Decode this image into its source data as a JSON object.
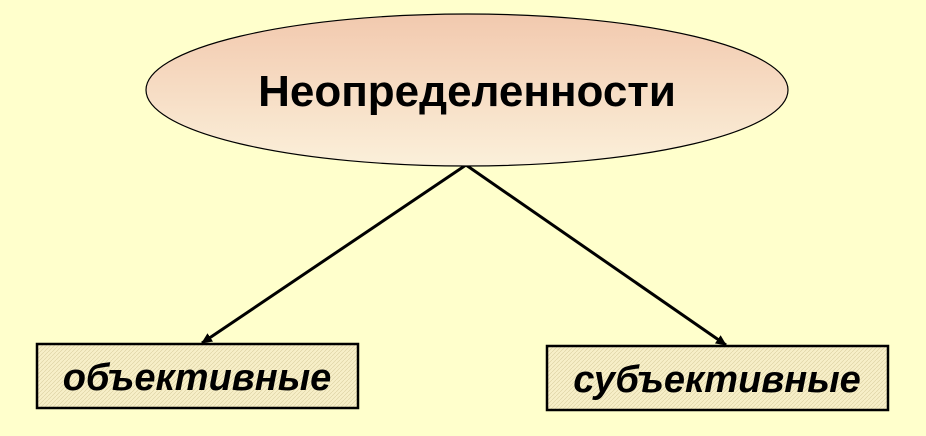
{
  "colors": {
    "background": "#FFFFCC",
    "ellipse_fill_top": "#F2C9AE",
    "ellipse_fill_bottom": "#FBF0DA",
    "stroke": "#000000",
    "box_fill": "#F7EFC8",
    "text": "#000000"
  },
  "diagram": {
    "root": {
      "label": "Неопределенности"
    },
    "children": [
      {
        "label": "объективные"
      },
      {
        "label": "субъективные"
      }
    ]
  }
}
